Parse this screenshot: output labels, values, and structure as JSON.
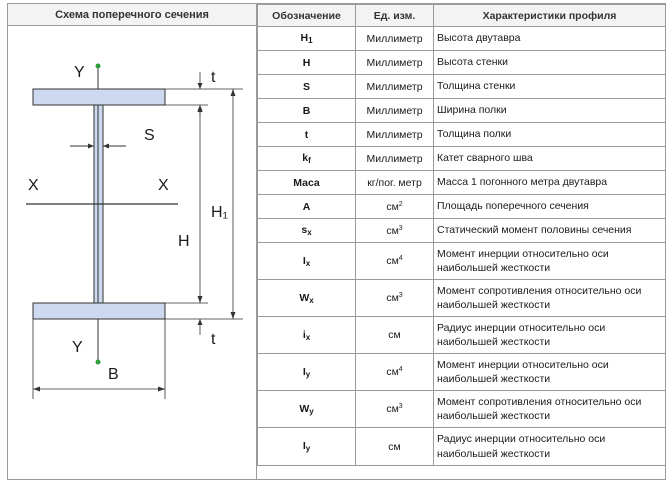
{
  "headers": {
    "scheme": "Схема поперечного сечения",
    "designation": "Обозначение",
    "unit": "Ед. изм.",
    "characteristics": "Характеристики профиля"
  },
  "diagram": {
    "label_y_top": "Y",
    "label_y_bottom": "Y",
    "label_t_top": "t",
    "label_t_bottom": "t",
    "label_s": "S",
    "label_x_left": "X",
    "label_x_right": "X",
    "label_h": "H",
    "label_h1": "H₁",
    "label_b": "B"
  },
  "rows": [
    {
      "sym": "H",
      "sub": "1",
      "unit": "Миллиметр",
      "sup": "",
      "desc": "Высота двутавра"
    },
    {
      "sym": "H",
      "sub": "",
      "unit": "Миллиметр",
      "sup": "",
      "desc": "Высота стенки"
    },
    {
      "sym": "S",
      "sub": "",
      "unit": "Миллиметр",
      "sup": "",
      "desc": "Толщина стенки"
    },
    {
      "sym": "B",
      "sub": "",
      "unit": "Миллиметр",
      "sup": "",
      "desc": "Ширина полки"
    },
    {
      "sym": "t",
      "sub": "",
      "unit": "Миллиметр",
      "sup": "",
      "desc": "Толщина полки"
    },
    {
      "sym": "k",
      "sub": "f",
      "unit": "Миллиметр",
      "sup": "",
      "desc": "Катет сварного шва"
    },
    {
      "sym": "Маса",
      "sub": "",
      "unit": "кг/пог. метр",
      "sup": "",
      "desc": "Масса 1 погонного метра двутавра"
    },
    {
      "sym": "A",
      "sub": "",
      "unit": "см",
      "sup": "2",
      "desc": "Площадь поперечного сечения"
    },
    {
      "sym": "s",
      "sub": "x",
      "unit": "см",
      "sup": "3",
      "desc": "Статический момент половины сечения"
    },
    {
      "sym": "I",
      "sub": "x",
      "unit": "см",
      "sup": "4",
      "desc": "Момент инерции относительно оси наибольшей жесткости"
    },
    {
      "sym": "W",
      "sub": "x",
      "unit": "см",
      "sup": "3",
      "desc": "Момент сопротивления относительно оси наибольшей      жесткости"
    },
    {
      "sym": "i",
      "sub": "x",
      "unit": "см",
      "sup": "",
      "desc": "Радиус инерции относительно оси наибольшей  жесткости"
    },
    {
      "sym": "I",
      "sub": "y",
      "unit": "см",
      "sup": "4",
      "desc": "Момент инерции относительно оси наибольшей жесткости"
    },
    {
      "sym": "W",
      "sub": "y",
      "unit": "см",
      "sup": "3",
      "desc": "Момент сопротивления относительно оси наибольшей  жесткости"
    },
    {
      "sym": "I",
      "sub": "y",
      "unit": "см",
      "sup": "",
      "desc": "Радиус инерции относительно оси наибольшей  жесткости"
    }
  ]
}
